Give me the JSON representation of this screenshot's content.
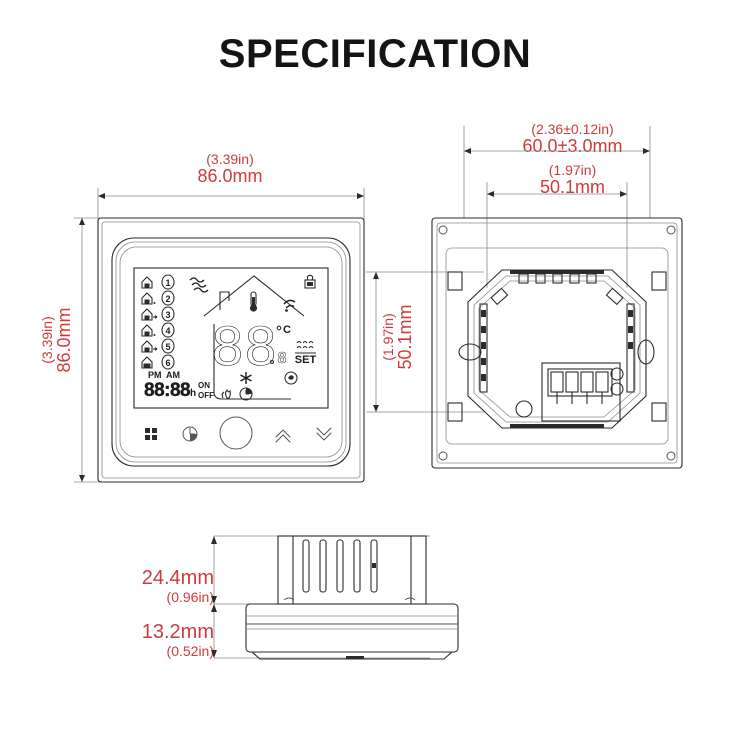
{
  "page": {
    "title": "SPECIFICATION",
    "accent_color": "#cf3b3b",
    "line_color": "#2b2b2b"
  },
  "views": {
    "front": {
      "name": "front-view",
      "dimensions": {
        "top": {
          "inch": "(3.39in)",
          "mm": "86.0mm"
        },
        "left": {
          "inch": "(3.39in)",
          "mm": "86.0mm"
        }
      },
      "lcd": {
        "schedule_icons": [
          "house-1",
          "house-2",
          "house-3",
          "house-4",
          "house-5",
          "house-6"
        ],
        "period_numbers": [
          "1",
          "2",
          "3",
          "4",
          "5",
          "6"
        ],
        "clock": {
          "pm_label": "PM",
          "am_label": "AM",
          "value": "88:88",
          "hour_unit": "h",
          "on_label": "ON",
          "off_label": "OFF"
        },
        "temperature": {
          "value": "88",
          "unit": "°C",
          "small_value": "8",
          "set_label": "SET"
        },
        "status_icons": [
          "heat-wave-icon",
          "thermometer-icon",
          "wifi-icon",
          "lock-icon",
          "snowflake-icon",
          "fan-icon",
          "flame-icon",
          "clock-icon",
          "heating-set-icon"
        ]
      },
      "buttons": [
        {
          "name": "menu-button",
          "icon": "grid-icon"
        },
        {
          "name": "clock-button",
          "icon": "clock-icon"
        },
        {
          "name": "power-button",
          "icon": "power-circle-icon"
        },
        {
          "name": "up-button",
          "icon": "chevron-up-icon"
        },
        {
          "name": "down-button",
          "icon": "chevron-down-icon"
        }
      ]
    },
    "rear": {
      "name": "rear-view",
      "dimensions": {
        "top_outer": {
          "inch": "(2.36±0.12in)",
          "mm": "60.0±3.0mm"
        },
        "top_inner": {
          "inch": "(1.97in)",
          "mm": "50.1mm"
        },
        "left": {
          "inch": "(1.97in)",
          "mm": "50.1mm"
        }
      },
      "parts": [
        "terminal-block",
        "mounting-tabs",
        "screw-holes",
        "cable-ports"
      ]
    },
    "side": {
      "name": "side-view",
      "dimensions": {
        "upper": {
          "mm": "24.4mm",
          "inch": "(0.96in)"
        },
        "lower": {
          "mm": "13.2mm",
          "inch": "(0.52in)"
        }
      }
    }
  }
}
